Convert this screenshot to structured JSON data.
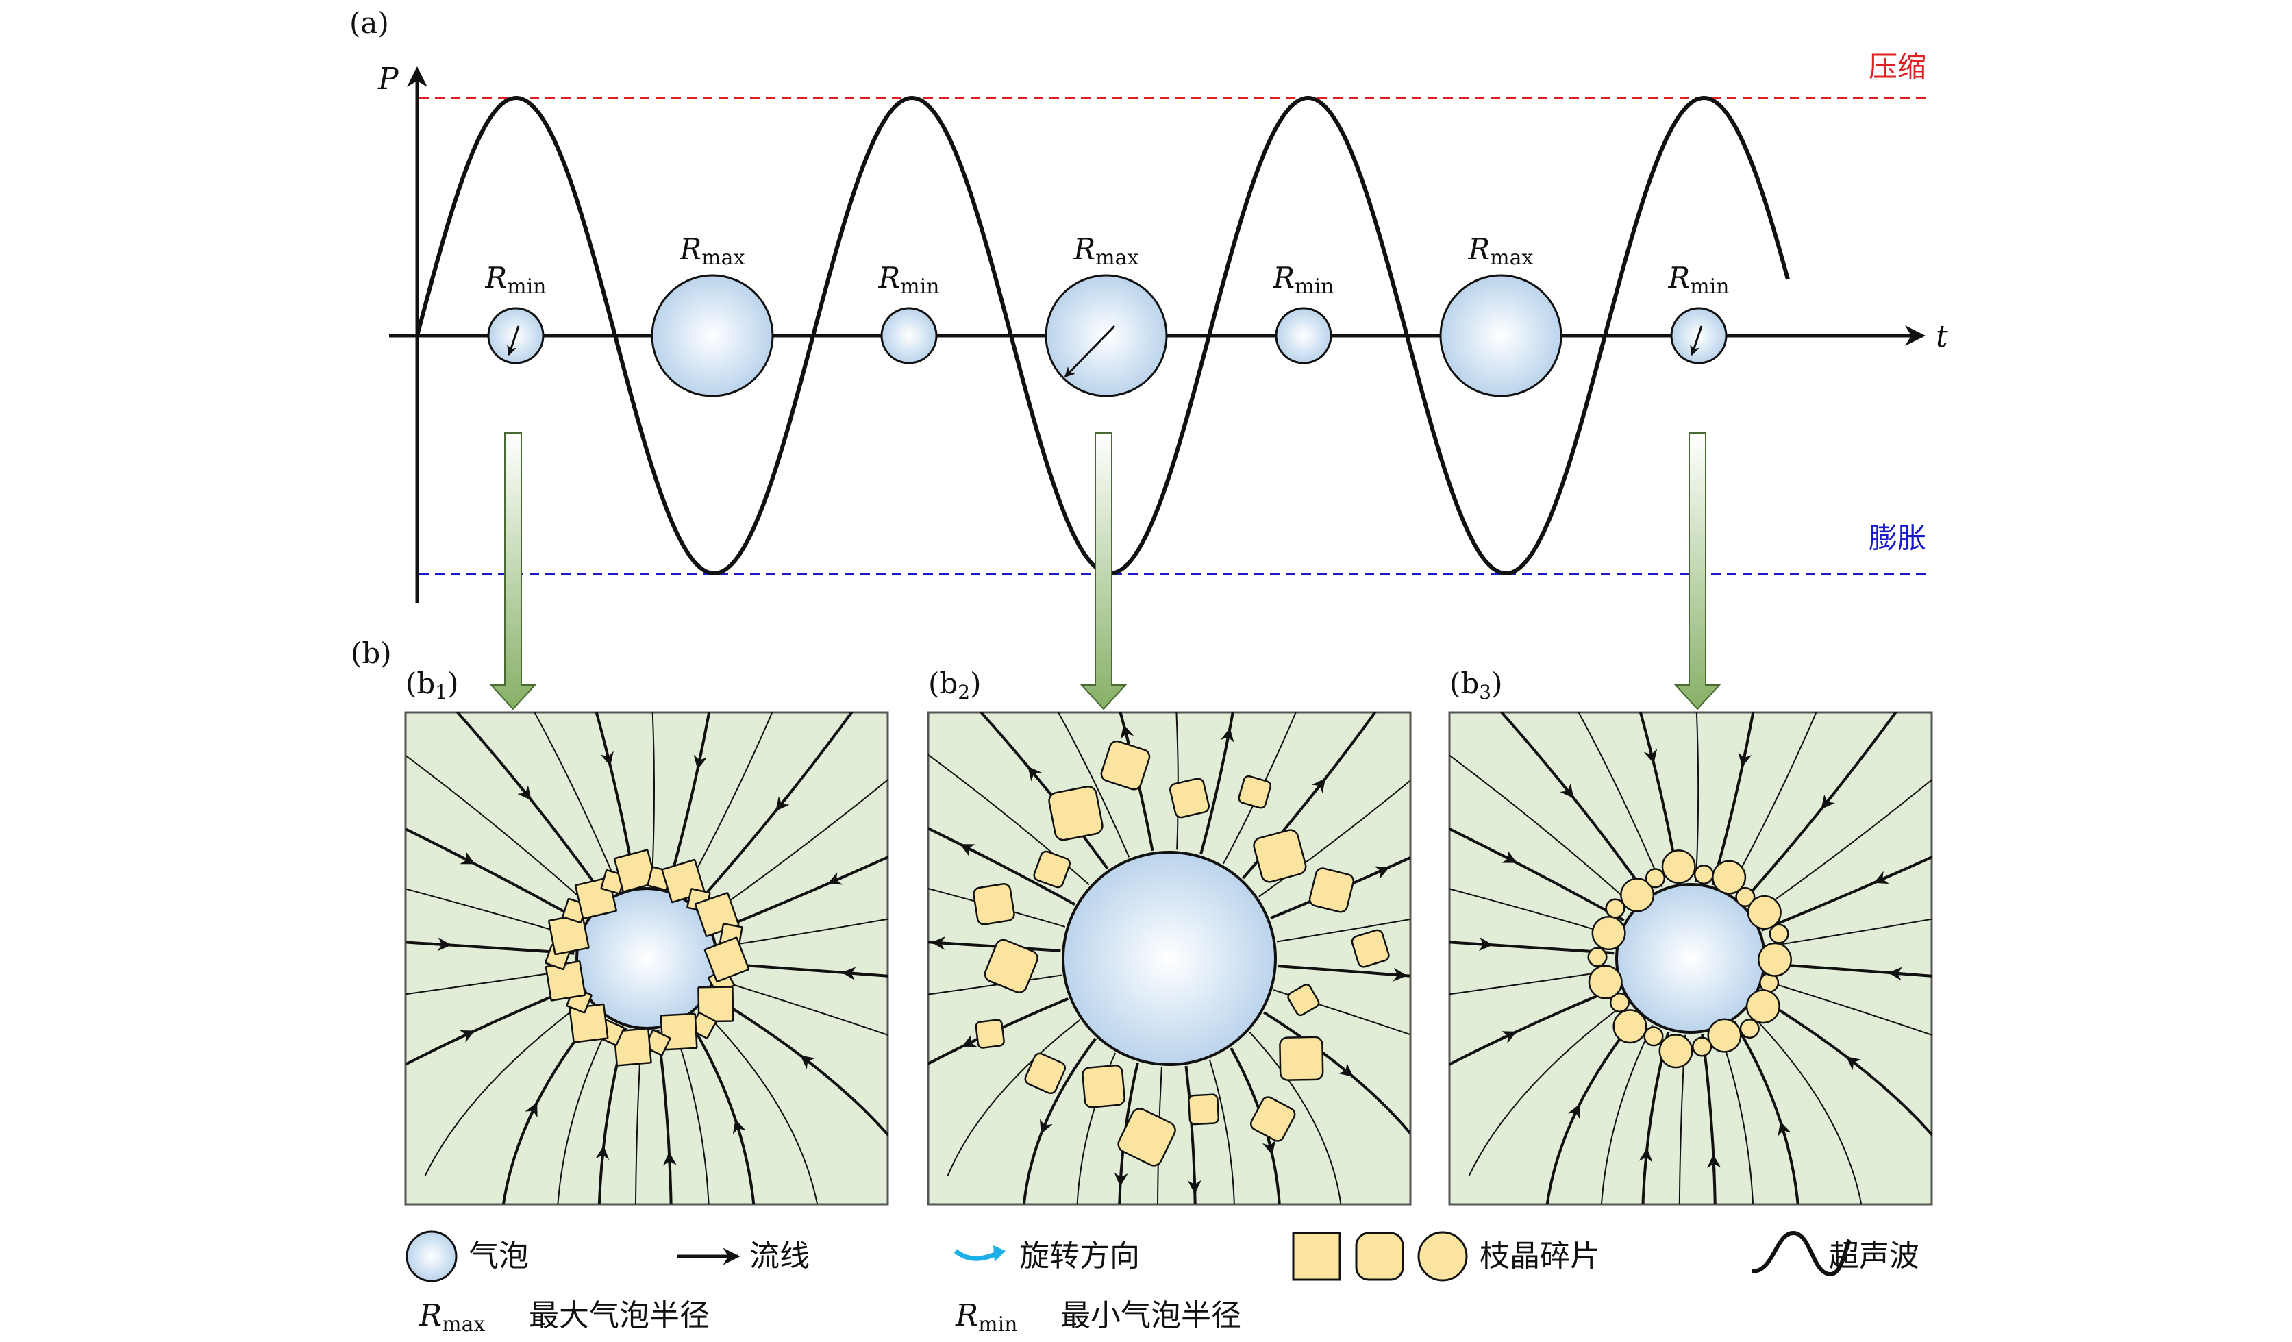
{
  "panel_a": {
    "label": "(a)",
    "y_axis": "P",
    "x_axis": "t",
    "compression": "压缩",
    "expansion": "膨胀",
    "bubbles": [
      {
        "label_R": "R",
        "label_sub": "min",
        "size": "min",
        "arrow": "short"
      },
      {
        "label_R": "R",
        "label_sub": "max",
        "size": "max",
        "arrow": "none"
      },
      {
        "label_R": "R",
        "label_sub": "min",
        "size": "min",
        "arrow": "none"
      },
      {
        "label_R": "R",
        "label_sub": "max",
        "size": "max",
        "arrow": "long"
      },
      {
        "label_R": "R",
        "label_sub": "min",
        "size": "min",
        "arrow": "none"
      },
      {
        "label_R": "R",
        "label_sub": "max",
        "size": "max",
        "arrow": "none"
      },
      {
        "label_R": "R",
        "label_sub": "min",
        "size": "min",
        "arrow": "short"
      }
    ]
  },
  "panel_b": {
    "label": "(b)",
    "sub_panels": [
      {
        "label": "(b",
        "index": "1",
        "close": ")",
        "fragments": "squares"
      },
      {
        "label": "(b",
        "index": "2",
        "close": ")",
        "fragments": "rounded"
      },
      {
        "label": "(b",
        "index": "3",
        "close": ")",
        "fragments": "circles"
      }
    ]
  },
  "legend": {
    "bubble": "气泡",
    "streamline": "流线",
    "rotation": "旋转方向",
    "fragments": "枝晶碎片",
    "ultrasound": "超声波",
    "rmax_R": "R",
    "rmax_sub": "max",
    "rmax_text": "最大气泡半径",
    "rmin_R": "R",
    "rmin_sub": "min",
    "rmin_text": "最小气泡半径"
  },
  "colors": {
    "compression_line": "#e02020",
    "expansion_line": "#1a1ac8",
    "panel_bg": "#e2edd8",
    "bubble_fill": "#c6dcf0",
    "fragment_fill": "#fbe3a0",
    "arrow_green": "#8fb772",
    "rotation_cyan": "#1cb0e6"
  }
}
